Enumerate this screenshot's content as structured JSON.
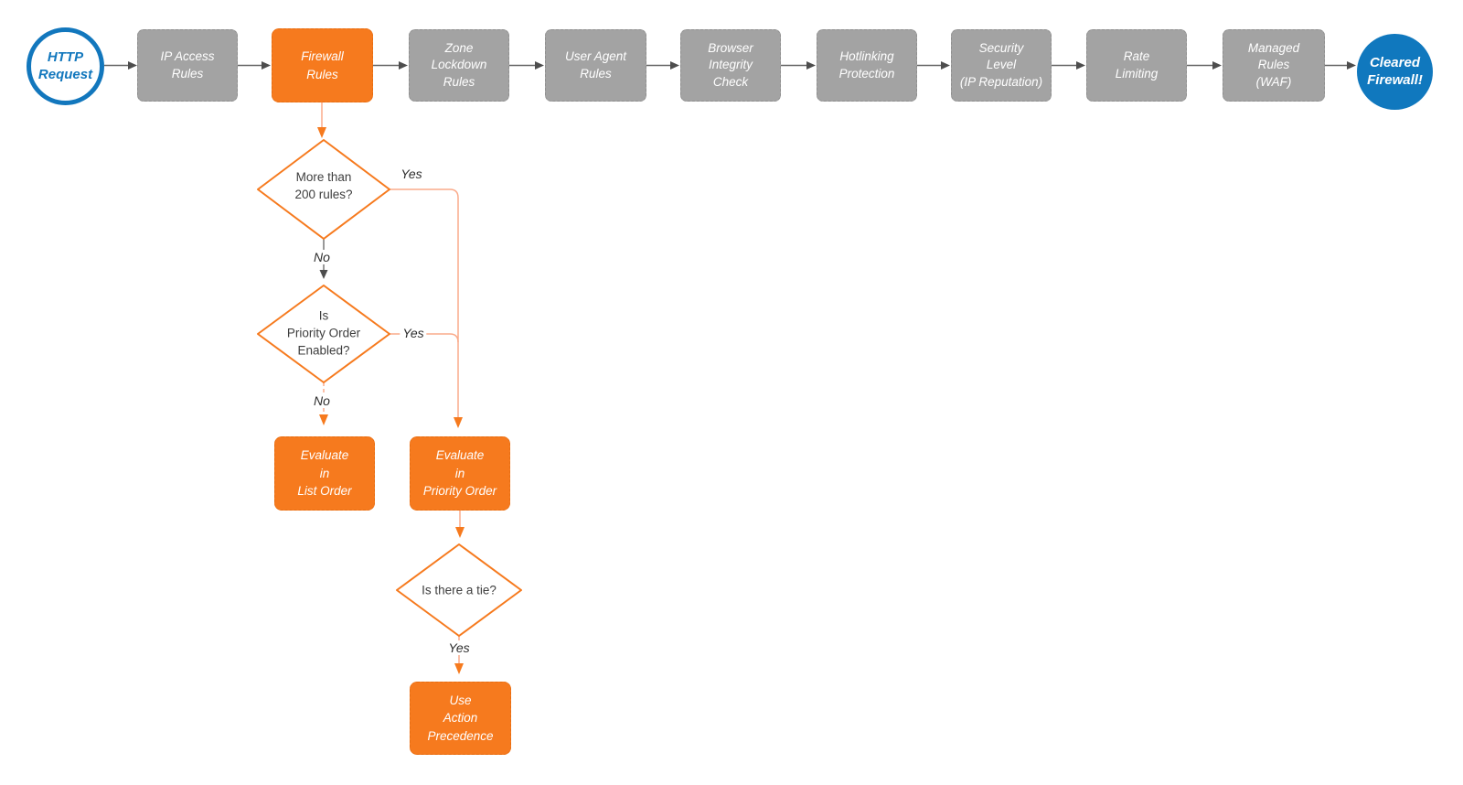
{
  "colors": {
    "accent_orange": "#F67A1E",
    "connector_orange_light": "#FAAB8B",
    "node_gray": "#A3A3A3",
    "arrow_gray": "#4D4D4D",
    "brand_blue": "#1078BE",
    "text_dark": "#3E3E3E"
  },
  "pipeline": {
    "start": {
      "label": "HTTP\nRequest"
    },
    "steps": [
      {
        "label": "IP Access\nRules",
        "highlight": false
      },
      {
        "label": "Firewall\nRules",
        "highlight": true
      },
      {
        "label": "Zone\nLockdown\nRules",
        "highlight": false
      },
      {
        "label": "User Agent\nRules",
        "highlight": false
      },
      {
        "label": "Browser\nIntegrity\nCheck",
        "highlight": false
      },
      {
        "label": "Hotlinking\nProtection",
        "highlight": false
      },
      {
        "label": "Security\nLevel\n(IP Reputation)",
        "highlight": false
      },
      {
        "label": "Rate\nLimiting",
        "highlight": false
      },
      {
        "label": "Managed\nRules\n(WAF)",
        "highlight": false
      }
    ],
    "end": {
      "label": "Cleared\nFirewall!"
    }
  },
  "decisions": {
    "d1": {
      "label": "More than\n200 rules?",
      "yes": "Yes",
      "no": "No"
    },
    "d2": {
      "label": "Is\nPriority Order\nEnabled?",
      "yes": "Yes",
      "no": "No"
    },
    "d3": {
      "label": "Is there a tie?",
      "yes": "Yes"
    }
  },
  "outcomes": {
    "evaluate_list": {
      "label": "Evaluate\nin\nList Order"
    },
    "evaluate_priority": {
      "label": "Evaluate\nin\nPriority Order"
    },
    "use_action_precedence": {
      "label": "Use\nAction\nPrecedence"
    }
  }
}
